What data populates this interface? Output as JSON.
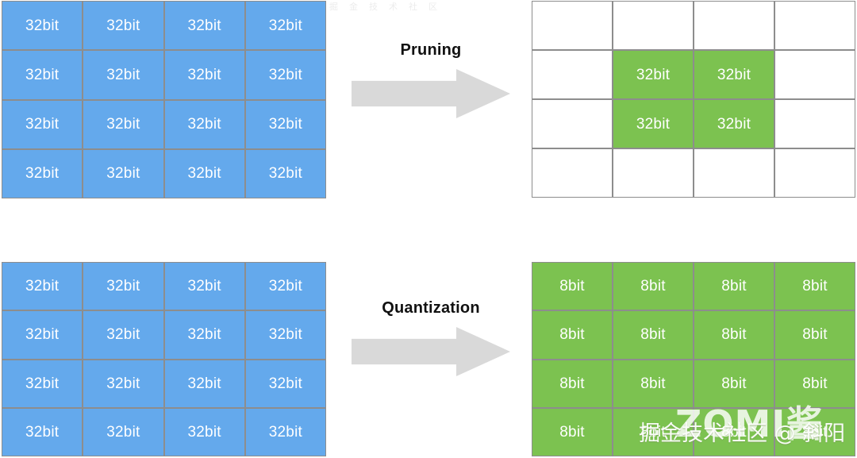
{
  "figure": {
    "background_color": "#ffffff",
    "cell_border_color": "#8d8d8d",
    "blue_color": "#64a9ec",
    "green_color": "#7cc250",
    "arrow_color": "#d9d9d9",
    "label_color": "#111111",
    "cell_text_color": "#ffffff"
  },
  "rows": [
    {
      "name": "pruning",
      "arrow": {
        "label": "Pruning",
        "icon": "right-block-arrow"
      },
      "source_grid": {
        "rows": 4,
        "cols": 4,
        "cells": [
          [
            {
              "label": "32bit",
              "state": "blue"
            },
            {
              "label": "32bit",
              "state": "blue"
            },
            {
              "label": "32bit",
              "state": "blue"
            },
            {
              "label": "32bit",
              "state": "blue"
            }
          ],
          [
            {
              "label": "32bit",
              "state": "blue"
            },
            {
              "label": "32bit",
              "state": "blue"
            },
            {
              "label": "32bit",
              "state": "blue"
            },
            {
              "label": "32bit",
              "state": "blue"
            }
          ],
          [
            {
              "label": "32bit",
              "state": "blue"
            },
            {
              "label": "32bit",
              "state": "blue"
            },
            {
              "label": "32bit",
              "state": "blue"
            },
            {
              "label": "32bit",
              "state": "blue"
            }
          ],
          [
            {
              "label": "32bit",
              "state": "blue"
            },
            {
              "label": "32bit",
              "state": "blue"
            },
            {
              "label": "32bit",
              "state": "blue"
            },
            {
              "label": "32bit",
              "state": "blue"
            }
          ]
        ]
      },
      "result_grid": {
        "rows": 4,
        "cols": 4,
        "cells": [
          [
            {
              "label": "",
              "state": "empty"
            },
            {
              "label": "",
              "state": "empty"
            },
            {
              "label": "",
              "state": "empty"
            },
            {
              "label": "",
              "state": "empty"
            }
          ],
          [
            {
              "label": "",
              "state": "empty"
            },
            {
              "label": "32bit",
              "state": "green"
            },
            {
              "label": "32bit",
              "state": "green"
            },
            {
              "label": "",
              "state": "empty"
            }
          ],
          [
            {
              "label": "",
              "state": "empty"
            },
            {
              "label": "32bit",
              "state": "green"
            },
            {
              "label": "32bit",
              "state": "green"
            },
            {
              "label": "",
              "state": "empty"
            }
          ],
          [
            {
              "label": "",
              "state": "empty"
            },
            {
              "label": "",
              "state": "empty"
            },
            {
              "label": "",
              "state": "empty"
            },
            {
              "label": "",
              "state": "empty"
            }
          ]
        ]
      }
    },
    {
      "name": "quantization",
      "arrow": {
        "label": "Quantization",
        "icon": "right-block-arrow"
      },
      "source_grid": {
        "rows": 4,
        "cols": 4,
        "cells": [
          [
            {
              "label": "32bit",
              "state": "blue"
            },
            {
              "label": "32bit",
              "state": "blue"
            },
            {
              "label": "32bit",
              "state": "blue"
            },
            {
              "label": "32bit",
              "state": "blue"
            }
          ],
          [
            {
              "label": "32bit",
              "state": "blue"
            },
            {
              "label": "32bit",
              "state": "blue"
            },
            {
              "label": "32bit",
              "state": "blue"
            },
            {
              "label": "32bit",
              "state": "blue"
            }
          ],
          [
            {
              "label": "32bit",
              "state": "blue"
            },
            {
              "label": "32bit",
              "state": "blue"
            },
            {
              "label": "32bit",
              "state": "blue"
            },
            {
              "label": "32bit",
              "state": "blue"
            }
          ],
          [
            {
              "label": "32bit",
              "state": "blue"
            },
            {
              "label": "32bit",
              "state": "blue"
            },
            {
              "label": "32bit",
              "state": "blue"
            },
            {
              "label": "32bit",
              "state": "blue"
            }
          ]
        ]
      },
      "result_grid": {
        "rows": 4,
        "cols": 4,
        "cells": [
          [
            {
              "label": "8bit",
              "state": "green"
            },
            {
              "label": "8bit",
              "state": "green"
            },
            {
              "label": "8bit",
              "state": "green"
            },
            {
              "label": "8bit",
              "state": "green"
            }
          ],
          [
            {
              "label": "8bit",
              "state": "green"
            },
            {
              "label": "8bit",
              "state": "green"
            },
            {
              "label": "8bit",
              "state": "green"
            },
            {
              "label": "8bit",
              "state": "green"
            }
          ],
          [
            {
              "label": "8bit",
              "state": "green"
            },
            {
              "label": "8bit",
              "state": "green"
            },
            {
              "label": "8bit",
              "state": "green"
            },
            {
              "label": "8bit",
              "state": "green"
            }
          ],
          [
            {
              "label": "8bit",
              "state": "green"
            },
            {
              "label": "8bit",
              "state": "green"
            },
            {
              "label": "8bit",
              "state": "green"
            },
            {
              "label": "8bit",
              "state": "green"
            }
          ]
        ]
      }
    }
  ],
  "watermarks": {
    "brand": "ZOMI酱",
    "community": "掘金技术社区 @ 斜阳",
    "top_faint": "掘金技术社区"
  }
}
